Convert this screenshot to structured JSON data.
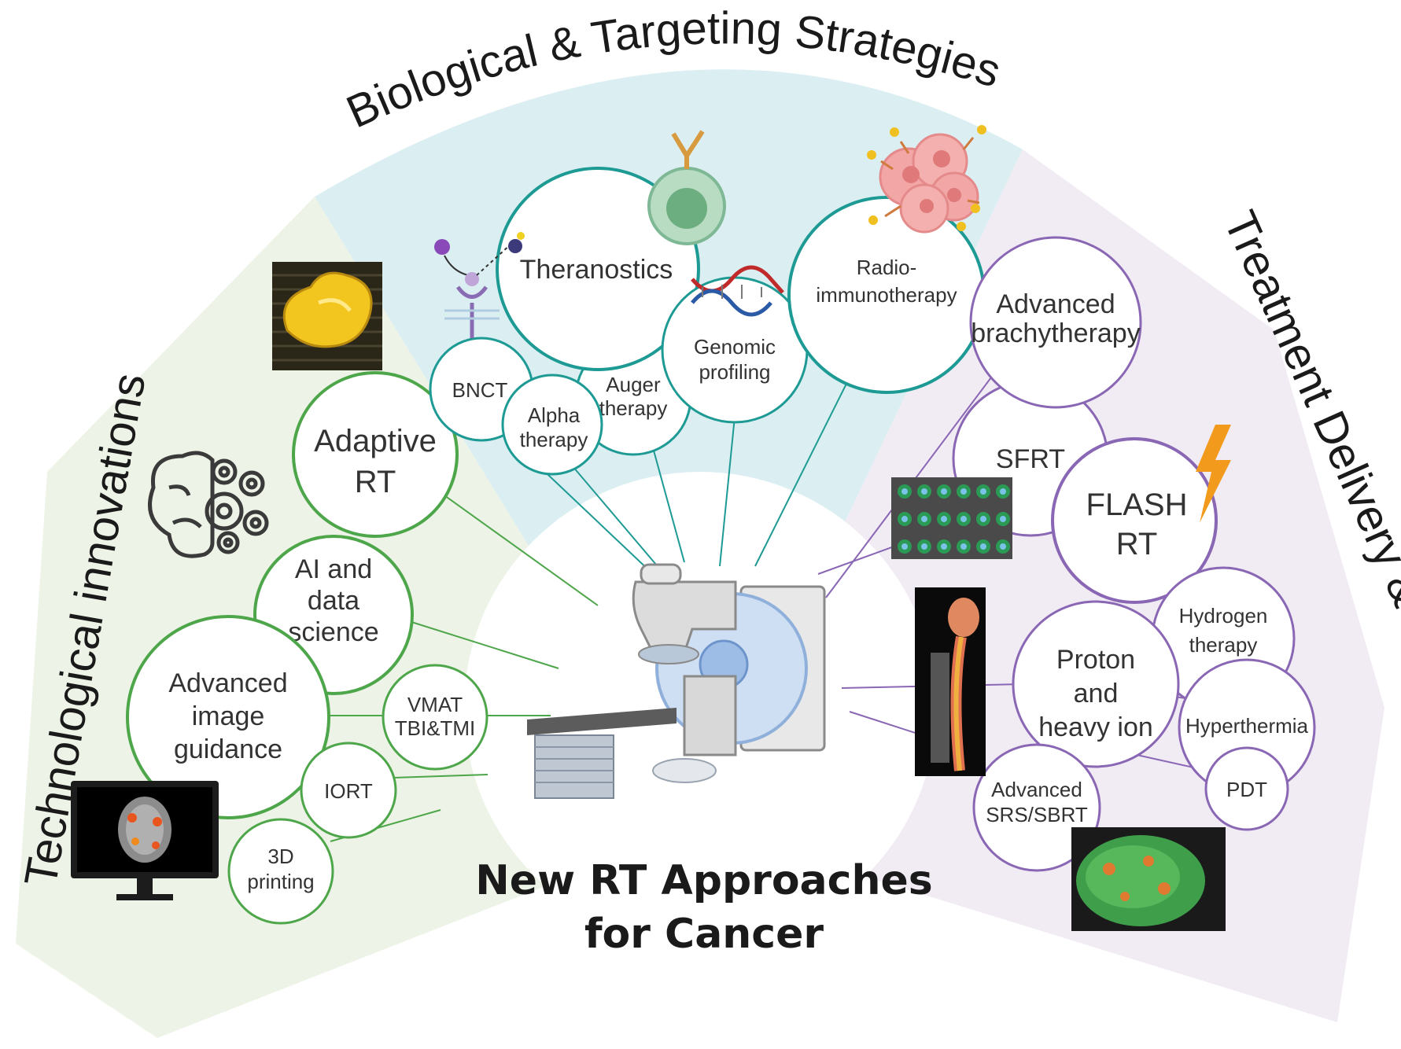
{
  "colors": {
    "green": "#4ea64a",
    "teal": "#1e9a94",
    "purple": "#8a67b4",
    "green_sector": "#edf3e6",
    "blue_sector": "#dbeff3",
    "purple_sector": "#f1ebf4"
  },
  "categories": {
    "biological": "Biological & Targeting Strategies",
    "technological": "Technological innovations",
    "treatment": "Treatment Delivery & Optimization"
  },
  "center": {
    "line1": "New RT Approaches",
    "line2": "for Cancer"
  },
  "nodes": {
    "theranostics": "Theranostics",
    "radio1": "Radio-",
    "radio2": "immunotherapy",
    "genomic1": "Genomic",
    "genomic2": "profiling",
    "auger1": "Auger",
    "auger2": "therapy",
    "alpha1": "Alpha",
    "alpha2": "therapy",
    "bnct": "BNCT",
    "adaptive1": "Adaptive",
    "adaptive2": "RT",
    "ai1": "AI and",
    "ai2": "data",
    "ai3": "science",
    "aig1": "Advanced",
    "aig2": "image",
    "aig3": "guidance",
    "vmat1": "VMAT",
    "vmat2": "TBI&TMI",
    "iort": "IORT",
    "printing1": "3D",
    "printing2": "printing",
    "brachy1": "Advanced",
    "brachy2": "brachytherapy",
    "sfrt": "SFRT",
    "flash1": "FLASH",
    "flash2": "RT",
    "hydrogen1": "Hydrogen",
    "hydrogen2": "therapy",
    "proton1": "Proton",
    "proton2": "and",
    "proton3": "heavy ion",
    "hyperthermia": "Hyperthermia",
    "pdt": "PDT",
    "srs1": "Advanced",
    "srs2": "SRS/SBRT"
  },
  "icons": {
    "brain_gears": "brain-gears-icon",
    "monitor": "brain-scan-monitor-icon",
    "bolus": "3d-printed-bolus-photo",
    "antibody": "antibody-cell-icon",
    "receptor": "receptor-ligand-icon",
    "dna": "dna-icon",
    "tumor": "tumor-cells-icon",
    "lightning": "lightning-icon",
    "linac": "linac-machine-icon",
    "sfrt_image": "sfrt-dose-grid-image",
    "spine_image": "spine-dose-image",
    "head_image": "head-dose-image"
  }
}
